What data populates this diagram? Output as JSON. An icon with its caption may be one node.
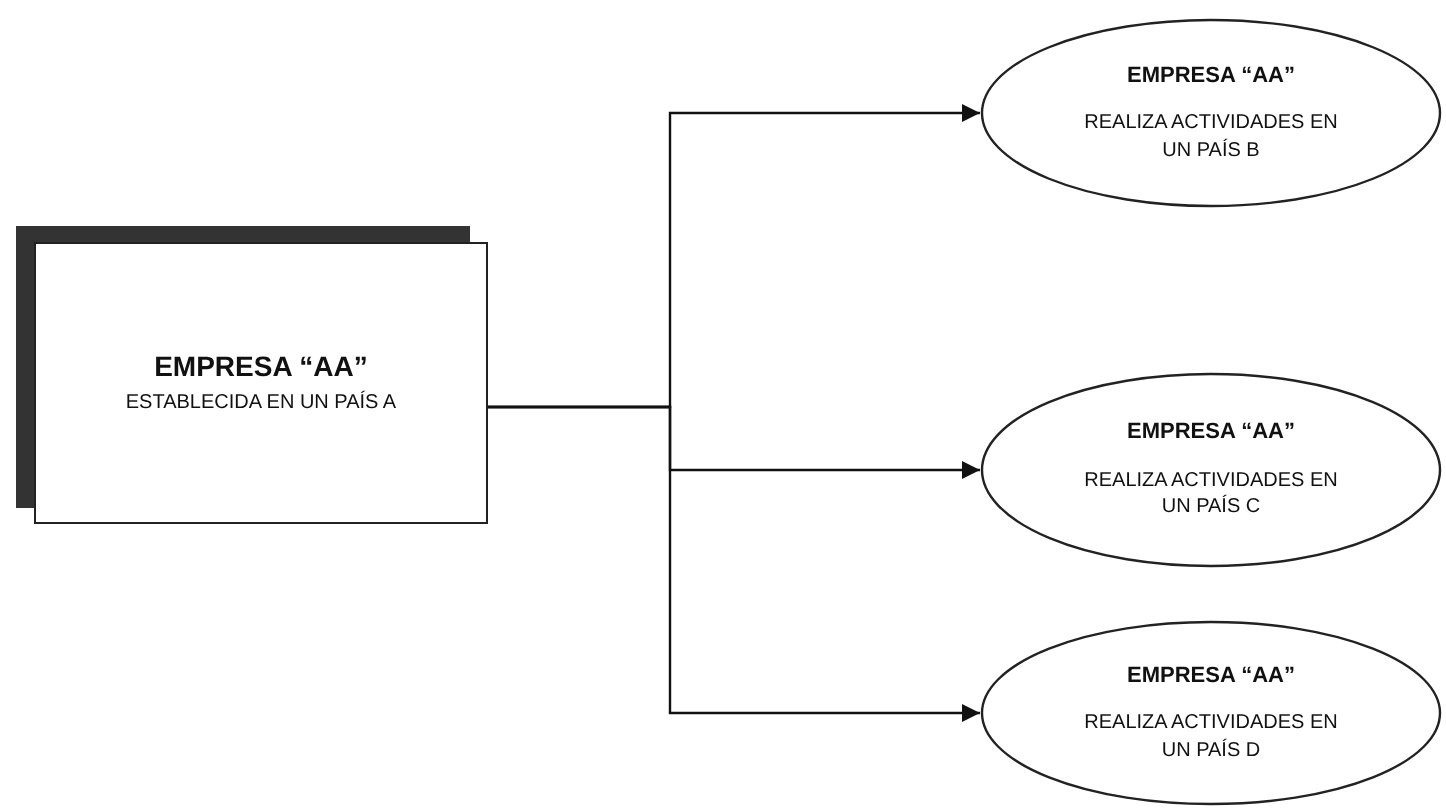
{
  "diagram": {
    "nodes": [
      {
        "text": [
          "EMPRESA “AA”",
          "ESTABLECIDA EN UN PAÍS A"
        ]
      },
      {
        "text": [
          "EMPRESA “AA”",
          "REALIZA ACTIVIDADES EN UN PAÍS B"
        ]
      },
      {
        "text": [
          "EMPRESA “AA”",
          "REALIZA ACTIVIDADES EN UN PAÍS C"
        ]
      },
      {
        "text": [
          "EMPRESA “AA”",
          "REALIZA ACTIVIDADES EN UN PAÍS D"
        ]
      }
    ],
    "edges": [
      {
        "from": 0,
        "to": 1,
        "arrow": "to"
      },
      {
        "from": 0,
        "to": 2,
        "arrow": "to"
      },
      {
        "from": 0,
        "to": 3,
        "arrow": "to"
      }
    ]
  }
}
